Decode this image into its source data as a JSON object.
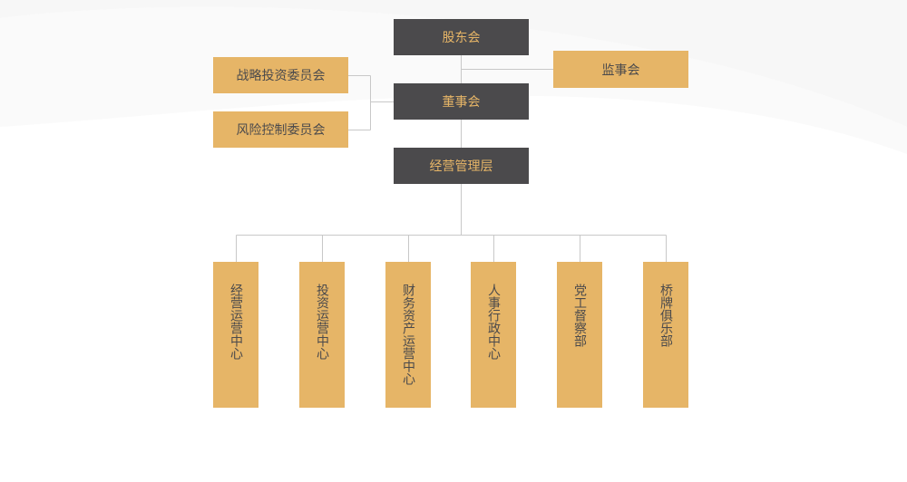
{
  "top": {
    "shareholders": "股东会",
    "supervisors": "监事会",
    "board": "董事会",
    "strategy_committee": "战略投资委员会",
    "risk_committee": "风险控制委员会",
    "management": "经营管理层"
  },
  "departments": [
    "经营运营中心",
    "投资运营中心",
    "财务资产运营中心",
    "人事行政中心",
    "党工督察部",
    "桥牌俱乐部"
  ],
  "colors": {
    "dark_box": "#4b4a4c",
    "gold_box": "#e6b567",
    "connector": "#c8c8c8"
  }
}
